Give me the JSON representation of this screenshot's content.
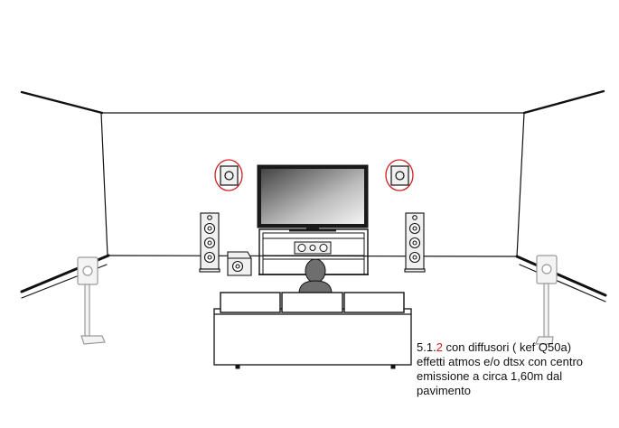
{
  "caption": {
    "config_prefix": "5.1.",
    "config_highlight": "2",
    "config_suffix": " con diffusori ( kef Q50a)",
    "line2": "effetti atmos e/o dtsx con centro",
    "line3": "emissione a circa 1,60m dal",
    "line4": "pavimento"
  },
  "colors": {
    "highlight": "#d01f1f",
    "line": "#111111",
    "speaker_fill": "#f0f0f0",
    "person_fill": "#6e6e6e",
    "screen_dark": "#444444",
    "screen_light": "#f4f4f4"
  },
  "icons": {
    "ceiling_speaker": "ceiling-speaker-icon",
    "floor_speaker": "floor-speaker-icon",
    "surround_speaker": "surround-speaker-icon",
    "center_speaker": "center-speaker-icon",
    "subwoofer": "subwoofer-icon",
    "tv": "tv-icon",
    "listener": "listener-icon"
  }
}
